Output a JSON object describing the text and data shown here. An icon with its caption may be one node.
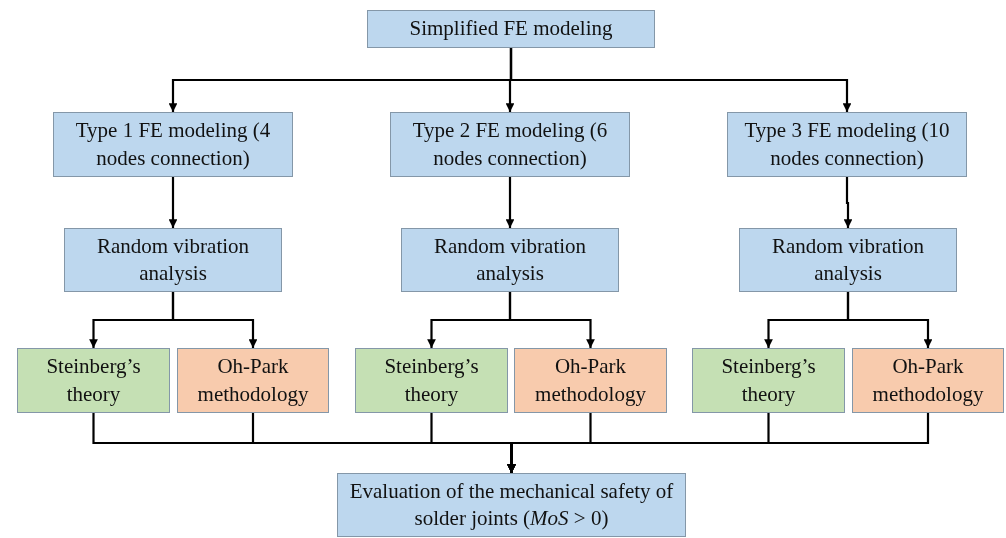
{
  "diagram": {
    "nodes": [
      {
        "text": [
          "Simplified FE modeling"
        ]
      },
      {
        "text": [
          "Type 1 FE modeling (4 nodes connection)"
        ]
      },
      {
        "text": [
          "Type 2 FE modeling (6 nodes connection)"
        ]
      },
      {
        "text": [
          "Type 3 FE modeling (10 nodes connection)"
        ]
      },
      {
        "text": [
          "Random vibration analysis"
        ]
      },
      {
        "text": [
          "Random vibration analysis"
        ]
      },
      {
        "text": [
          "Random vibration analysis"
        ]
      },
      {
        "text": [
          "Steinberg’s theory"
        ]
      },
      {
        "text": [
          "Oh-Park methodology"
        ]
      },
      {
        "text": [
          "Steinberg’s theory"
        ]
      },
      {
        "text": [
          "Oh-Park methodology"
        ]
      },
      {
        "text": [
          "Steinberg’s theory"
        ]
      },
      {
        "text": [
          "Oh-Park methodology"
        ]
      },
      {
        "text": [
          "Evaluation of the mechanical safety of solder joints (*MoS* > 0)"
        ]
      }
    ],
    "edges": [
      {
        "from": 0,
        "to": 1,
        "arrow": "to"
      },
      {
        "from": 0,
        "to": 2,
        "arrow": "to"
      },
      {
        "from": 0,
        "to": 3,
        "arrow": "to"
      },
      {
        "from": 1,
        "to": 4,
        "arrow": "to"
      },
      {
        "from": 2,
        "to": 5,
        "arrow": "to"
      },
      {
        "from": 3,
        "to": 6,
        "arrow": "to"
      },
      {
        "from": 4,
        "to": 7,
        "arrow": "to"
      },
      {
        "from": 4,
        "to": 8,
        "arrow": "to"
      },
      {
        "from": 5,
        "to": 9,
        "arrow": "to"
      },
      {
        "from": 5,
        "to": 10,
        "arrow": "to"
      },
      {
        "from": 6,
        "to": 11,
        "arrow": "to"
      },
      {
        "from": 6,
        "to": 12,
        "arrow": "to"
      },
      {
        "from": 7,
        "to": 13,
        "arrow": "to"
      },
      {
        "from": 8,
        "to": 13,
        "arrow": "to"
      },
      {
        "from": 9,
        "to": 13,
        "arrow": "to"
      },
      {
        "from": 10,
        "to": 13,
        "arrow": "to"
      },
      {
        "from": 11,
        "to": 13,
        "arrow": "to"
      },
      {
        "from": 12,
        "to": 13,
        "arrow": "to"
      }
    ]
  }
}
